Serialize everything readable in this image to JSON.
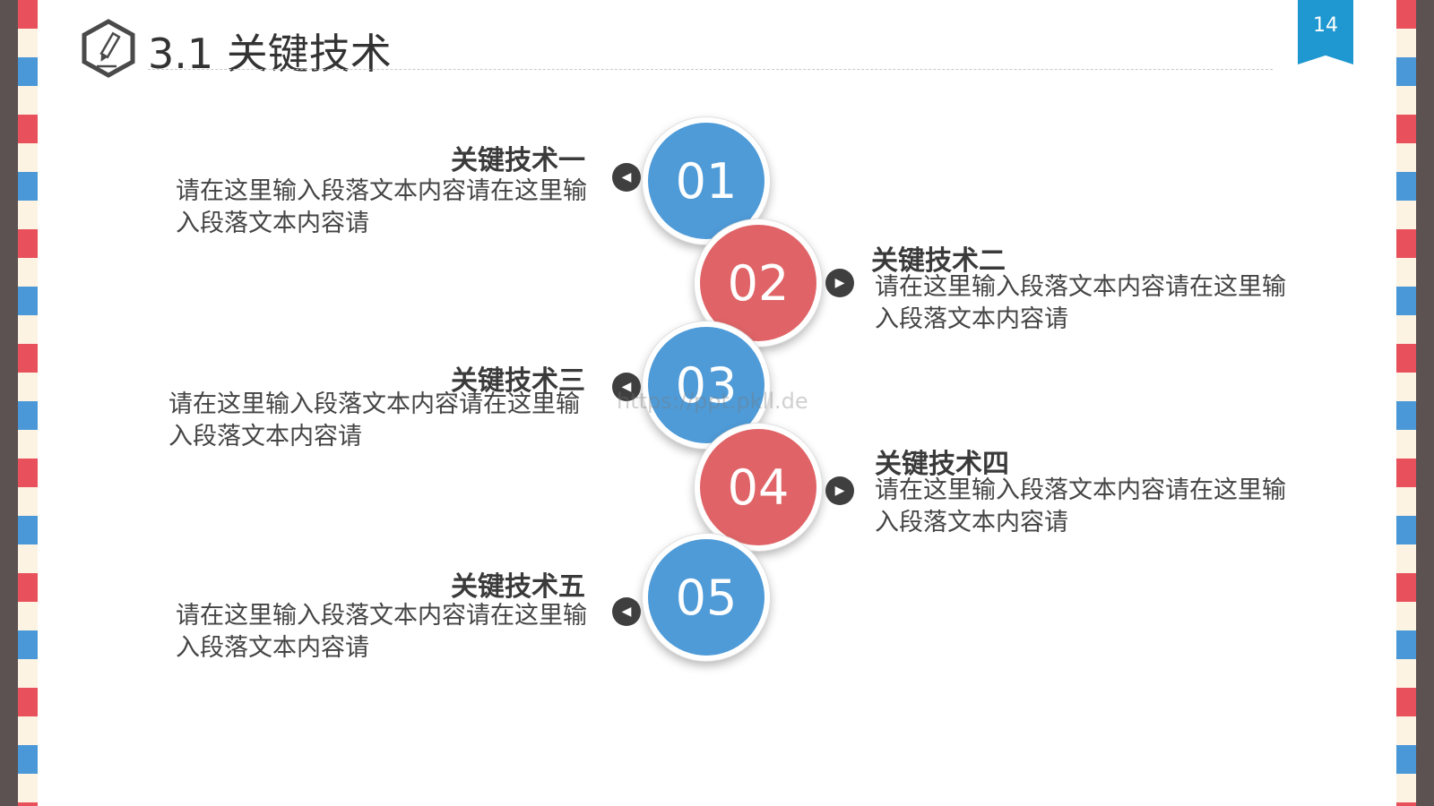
{
  "slide": {
    "title": "3.1 关键技术",
    "page_number": "14",
    "title_icon": "pencil-hexagon-icon",
    "watermark": "https://ppt.pkll.de"
  },
  "colors": {
    "blue": "#4f9bd8",
    "red": "#e06467",
    "badge": "#1f97d0",
    "frame_red": "#e8505b",
    "frame_blue": "#4a98d8",
    "frame_dark": "#5d5252"
  },
  "items": [
    {
      "number": "01",
      "title": "关键技术一",
      "text": "请在这里输入段落文本内容请在这里输入段落文本内容请",
      "color": "blue",
      "arrow": "left-arrow-icon"
    },
    {
      "number": "02",
      "title": "关键技术二",
      "text": "请在这里输入段落文本内容请在这里输入段落文本内容请",
      "color": "red",
      "arrow": "right-arrow-icon"
    },
    {
      "number": "03",
      "title": "关键技术三",
      "text": "请在这里输入段落文本内容请在这里输入段落文本内容请",
      "color": "blue",
      "arrow": "left-arrow-icon"
    },
    {
      "number": "04",
      "title": "关键技术四",
      "text": "请在这里输入段落文本内容请在这里输入段落文本内容请",
      "color": "red",
      "arrow": "right-arrow-icon"
    },
    {
      "number": "05",
      "title": "关键技术五",
      "text": "请在这里输入段落文本内容请在这里输入段落文本内容请",
      "color": "blue",
      "arrow": "left-arrow-icon"
    }
  ]
}
